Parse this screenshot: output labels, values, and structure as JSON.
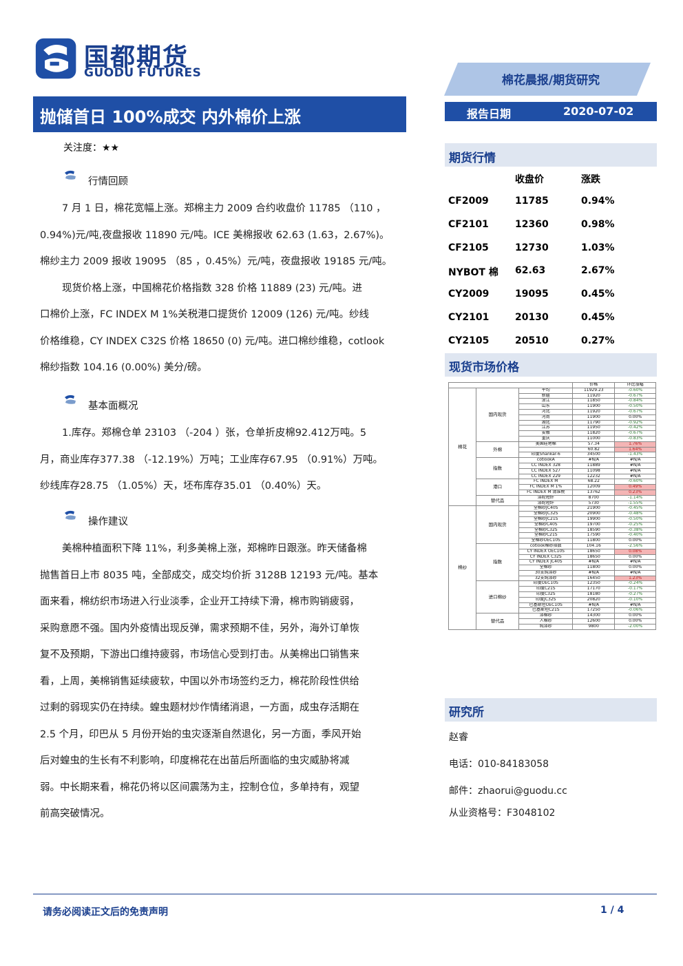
{
  "header": {
    "logo_cn": "国都期货",
    "logo_en": "GUODU FUTURES",
    "banner": "棉花晨报/期货研究",
    "title": "抛储首日 100%成交 内外棉价上涨",
    "date_label": "报告日期",
    "date_value": "2020-07-02",
    "colors": {
      "brand": "#1f4fa6",
      "banner_bg": "#aec5e6"
    }
  },
  "attention": "关注度：★★",
  "sections": [
    {
      "title": "行情回顾",
      "lines": [
        "7 月 1 日，棉花宽幅上涨。郑棉主力 2009 合约收盘价 11785 （110 ，",
        "0.94%)元/吨,夜盘报收 11890 元/吨。ICE 美棉报收 62.63 (1.63，2.67%)。",
        "棉纱主力 2009 报收 19095 （85 ，0.45%）元/吨，夜盘报收 19185 元/吨。",
        "现货价格上涨，中国棉花价格指数 328 价格 11889 (23) 元/吨。进",
        "口棉价上涨，FC INDEX M 1%关税港口提货价 12009 (126) 元/吨。纱线",
        "价格维稳，CY INDEX C32S 价格 18650 (0) 元/吨。进口棉纱维稳，cotlook",
        "棉纱指数 104.16 (0.00%) 美分/磅。"
      ]
    },
    {
      "title": "基本面概况",
      "lines": [
        "1.库存。郑棉仓单 23103 （-204 ）张，仓单折皮棉92.412万吨。5",
        "月，商业库存377.38 （-12.19%）万吨；工业库存67.95 （0.91%）万吨。",
        "纱线库存28.75 （1.05%）天，坯布库存35.01 （0.40%）天。"
      ]
    },
    {
      "title": "操作建议",
      "lines": [
        "美棉种植面积下降 11%，利多美棉上涨，郑棉昨日跟涨。昨天储备棉",
        "抛售首日上市 8035 吨，全部成交，成交均价折 3128B 12193 元/吨。基本",
        "面来看，棉纺织市场进入行业淡季，企业开工持续下滑，棉市购销疲弱，",
        "采购意愿不强。国内外疫情出现反弹，需求预期不佳，另外，海外订单恢",
        "复不及预期，下游出口维持疲弱，市场信心受到打击。从美棉出口销售来",
        "看，上周，美棉销售延续疲软，中国以外市场签约乏力，棉花阶段性供给",
        "过剩的弱现实仍在持续。蝗虫题材炒作情绪消退，一方面，成虫存活期在",
        "2.5 个月，印巴从 5 月份开始的虫灾逐渐自然退化，另一方面，季风开始",
        "后对蝗虫的生长有不利影响，印度棉花在出苗后所面临的虫灾威胁将减",
        "弱。中长期来看，棉花仍将以区间震荡为主，控制仓位，多单持有，观望",
        "前高突破情况。"
      ]
    }
  ],
  "futures": {
    "heading": "期货行情",
    "col_close": "收盘价",
    "col_change": "涨跌",
    "rows": [
      {
        "name": "CF2009",
        "close": "11785",
        "change": "0.94%"
      },
      {
        "name": "CF2101",
        "close": "12360",
        "change": "0.98%"
      },
      {
        "name": "CF2105",
        "close": "12730",
        "change": "1.03%"
      },
      {
        "name": "NYBOT 棉",
        "close": "62.63",
        "change": "2.67%"
      },
      {
        "name": "CY2009",
        "close": "19095",
        "change": "0.45%"
      },
      {
        "name": "CY2101",
        "close": "20130",
        "change": "0.45%"
      },
      {
        "name": "CY2105",
        "close": "20510",
        "change": "0.27%"
      }
    ]
  },
  "spot": {
    "heading": "现货市场价格",
    "header": {
      "price": "价格",
      "change": "环比涨幅"
    },
    "groups": [
      {
        "name": "棉花",
        "subgroups": [
          {
            "name": "国内现货",
            "rows": [
              [
                "平均",
                "11929.23",
                "-0.60%"
              ],
              [
                "新疆",
                "11920",
                "-0.67%"
              ],
              [
                "浙江",
                "11850",
                "-0.84%"
              ],
              [
                "山东",
                "11900",
                "-0.50%"
              ],
              [
                "河北",
                "11920",
                "-0.67%"
              ],
              [
                "河南",
                "11900",
                "0.00%"
              ],
              [
                "湖北",
                "11790",
                "-0.92%"
              ],
              [
                "江苏",
                "11950",
                "-0.42%"
              ],
              [
                "安徽",
                "11820",
                "-0.67%"
              ],
              [
                "重庆",
                "11000",
                "-0.83%"
              ]
            ]
          },
          {
            "name": "外棉",
            "rows": [
              [
                "美国硅地棉",
                "57.34",
                "1.76%"
              ],
              [
                "",
                "60.82",
                "1.64%"
              ],
              [
                "印度Shankar-6",
                "34500",
                "-1.43%"
              ]
            ]
          },
          {
            "name": "指数",
            "rows": [
              [
                "cotlookA",
                "#N/A",
                "#N/A"
              ],
              [
                "CC INDEX 328",
                "11889",
                "#N/A"
              ],
              [
                "CC INDEX 527",
                "11098",
                "#N/A"
              ],
              [
                "CC INDEX 229",
                "12232",
                "#N/A"
              ]
            ]
          },
          {
            "name": "港口",
            "rows": [
              [
                "FC INDEX M",
                "68.22",
                "-0.60%"
              ],
              [
                "FC INDEX M 1%",
                "12009",
                "0.49%"
              ],
              [
                "FC INDEX M 滑准税",
                "13762",
                "0.23%"
              ]
            ]
          },
          {
            "name": "替代品",
            "rows": [
              [
                "涤纶短纤",
                "8700",
                "-1.14%"
              ],
              [
                "涤纶短纤",
                "5730",
                "-1.55%"
              ]
            ]
          }
        ]
      },
      {
        "name": "棉纱",
        "subgroups": [
          {
            "name": "国内现货",
            "rows": [
              [
                "全棉纱JC40S",
                "21900",
                "-0.45%"
              ],
              [
                "全棉纱JC32S",
                "20900",
                "-0.48%"
              ],
              [
                "全棉纱JC21S",
                "19900",
                "-0.50%"
              ],
              [
                "全棉纱C40S",
                "19700",
                "-0.25%"
              ],
              [
                "全棉纱C32S",
                "18590",
                "-0.38%"
              ],
              [
                "全棉纱C21S",
                "17590",
                "-0.40%"
              ],
              [
                "全棉纱OEC10S",
                "11800",
                "0.00%"
              ]
            ]
          },
          {
            "name": "指数",
            "rows": [
              [
                "cotlook棉纱指数",
                "104.16",
                "-2.56%"
              ],
              [
                "CY INDEX OEC10S",
                "18650",
                "0.08%"
              ],
              [
                "CY INDEX C32S",
                "18650",
                "0.00%"
              ],
              [
                "CY INDEX JC40S",
                "#N/A",
                "#N/A"
              ],
              [
                "全棉纱",
                "11800",
                "0.00%"
              ],
              [
                "30支纯涤纱",
                "#N/A",
                "#N/A"
              ],
              [
                "32支纯涤纱",
                "16450",
                "1.23%"
              ]
            ]
          },
          {
            "name": "进口棉纱",
            "rows": [
              [
                "印度OEC10S",
                "12350",
                "-0.24%"
              ],
              [
                "印度C21S",
                "17170",
                "-0.17%"
              ],
              [
                "印度C32S",
                "18180",
                "-0.27%"
              ],
              [
                "印度JC32S",
                "20820",
                "-0.10%"
              ],
              [
                "巴基斯坦OEC10S",
                "#N/A",
                "#N/A"
              ],
              [
                "巴基斯坦C21S",
                "17250",
                "-0.06%"
              ]
            ]
          },
          {
            "name": "替代品",
            "rows": [
              [
                "涤棉纱",
                "14300",
                "0.00%"
              ],
              [
                "人棉纱",
                "12600",
                "0.00%"
              ],
              [
                "纯涤纱",
                "9800",
                "-2.00%"
              ]
            ]
          }
        ]
      }
    ]
  },
  "research": {
    "heading": "研究所",
    "name": "赵睿",
    "phone": "电话：010-84183058",
    "email": "邮件：zhaorui@guodu.cc",
    "license": "从业资格号：F3048102"
  },
  "footer": {
    "disclaimer": "请务必阅读正文后的免责声明",
    "page": "1 / 4"
  }
}
